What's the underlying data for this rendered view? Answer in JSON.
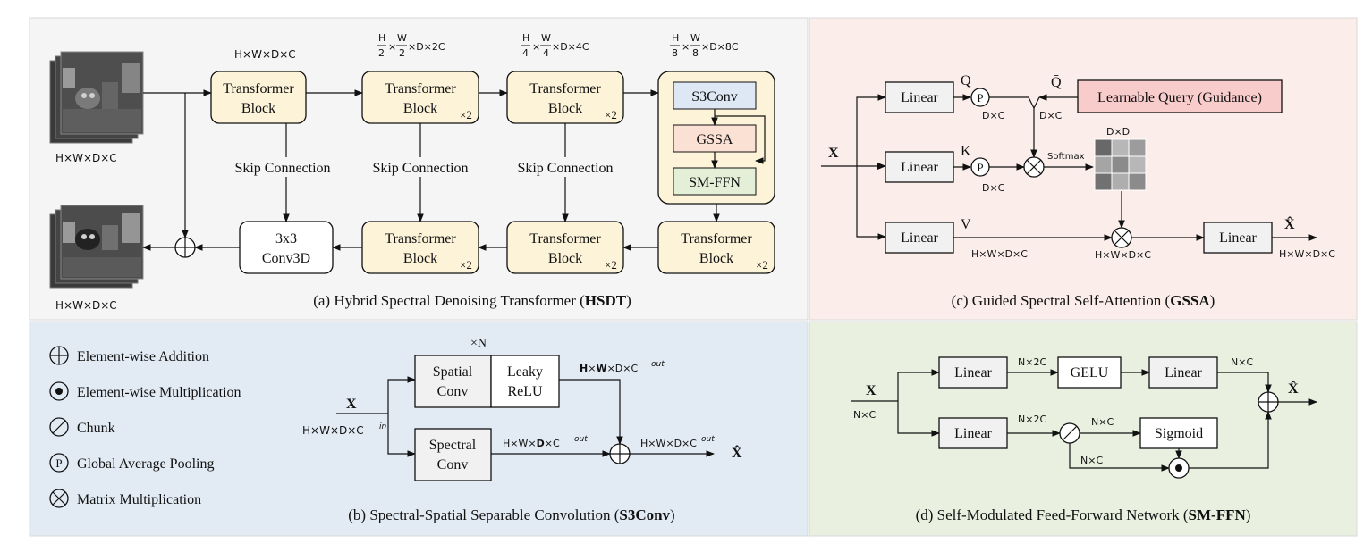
{
  "colors": {
    "panel_a": "#f5f5f5",
    "panel_b": "#e2ebf4",
    "panel_c": "#fbeeea",
    "panel_d": "#e9f0e0",
    "transformer_block": "#fdf3d9",
    "s3conv": "#dde8f4",
    "gssa": "#fbe0d4",
    "smffn": "#e3efd7",
    "learnable_query": "#f9cccc",
    "grey_box": "#f1f1f1"
  },
  "panel_a": {
    "caption_prefix": "(a) Hybrid Spectral Denoising Transformer (",
    "caption_bold": "HSDT",
    "caption_suffix": ")",
    "input_dim": "H×W×D×C",
    "output_dim": "H×W×D×C",
    "dim1": "H×W×D×C",
    "dim2_frac_h": "H",
    "dim2_den_h": "2",
    "dim2_frac_w": "W",
    "dim2_den_w": "2",
    "dim2_rest": "×D×2C",
    "dim3_frac_h": "H",
    "dim3_den_h": "4",
    "dim3_frac_w": "W",
    "dim3_den_w": "4",
    "dim3_rest": "×D×4C",
    "dim4_frac_h": "H",
    "dim4_den_h": "8",
    "dim4_frac_w": "W",
    "dim4_den_w": "8",
    "dim4_rest": "×D×8C",
    "times": "×",
    "block_line1": "Transformer",
    "block_line2": "Block",
    "x2": "×2",
    "skip": "Skip Connection",
    "conv_line1": "3x3",
    "conv_line2": "Conv3D",
    "s3conv": "S3Conv",
    "gssa": "GSSA",
    "smffn": "SM-FFN"
  },
  "panel_b": {
    "legend": [
      {
        "icon": "add",
        "label": "Element-wise Addition"
      },
      {
        "icon": "mul",
        "label": "Element-wise Multiplication"
      },
      {
        "icon": "chunk",
        "label": "Chunk"
      },
      {
        "icon": "pool",
        "label": "Global Average Pooling"
      },
      {
        "icon": "matmul",
        "label": "Matrix Multiplication"
      }
    ],
    "pool_letter": "P",
    "xN": "×N",
    "x": "X",
    "input_dim": "H×W×D×C",
    "input_sup": "in",
    "spatial_conv_1": "Spatial",
    "spatial_conv_2": "Conv",
    "leaky_1": "Leaky",
    "leaky_2": "ReLU",
    "spectral_conv_1": "Spectral",
    "spectral_conv_2": "Conv",
    "top_dim_H": "H",
    "top_dim_W": "W",
    "top_dim_rest": "×D×C",
    "sep": "×",
    "out_sup": "out",
    "bottom_dim_a": "H×W×",
    "bottom_dim_D": "D",
    "bottom_dim_rest": "×C",
    "right_dim": "H×W×D×C",
    "xhat": "X̂",
    "caption_prefix": "(b) Spectral-Spatial Separable Convolution (",
    "caption_bold": "S3Conv",
    "caption_suffix": ")"
  },
  "panel_c": {
    "x": "X",
    "linear": "Linear",
    "q": "Q",
    "qbar": "Q̄",
    "k": "K",
    "v": "V",
    "p": "P",
    "dxc": "D×C",
    "learnable": "Learnable Query (Guidance)",
    "dxd": "D×D",
    "softmax": "Softmax",
    "hwdc": "H×W×D×C",
    "xhat": "X̂",
    "heatmap": [
      [
        0.75,
        0.3,
        0.45
      ],
      [
        0.4,
        0.55,
        0.3
      ],
      [
        0.7,
        0.35,
        0.55
      ]
    ],
    "caption_prefix": "(c) Guided Spectral Self-Attention (",
    "caption_bold": "GSSA",
    "caption_suffix": ")"
  },
  "panel_d": {
    "x": "X",
    "nxc": "N×C",
    "nx2c": "N×2C",
    "linear": "Linear",
    "gelu": "GELU",
    "sigmoid": "Sigmoid",
    "xhat": "X̂",
    "caption_prefix": "(d) Self-Modulated Feed-Forward Network (",
    "caption_bold": "SM-FFN",
    "caption_suffix": ")"
  }
}
